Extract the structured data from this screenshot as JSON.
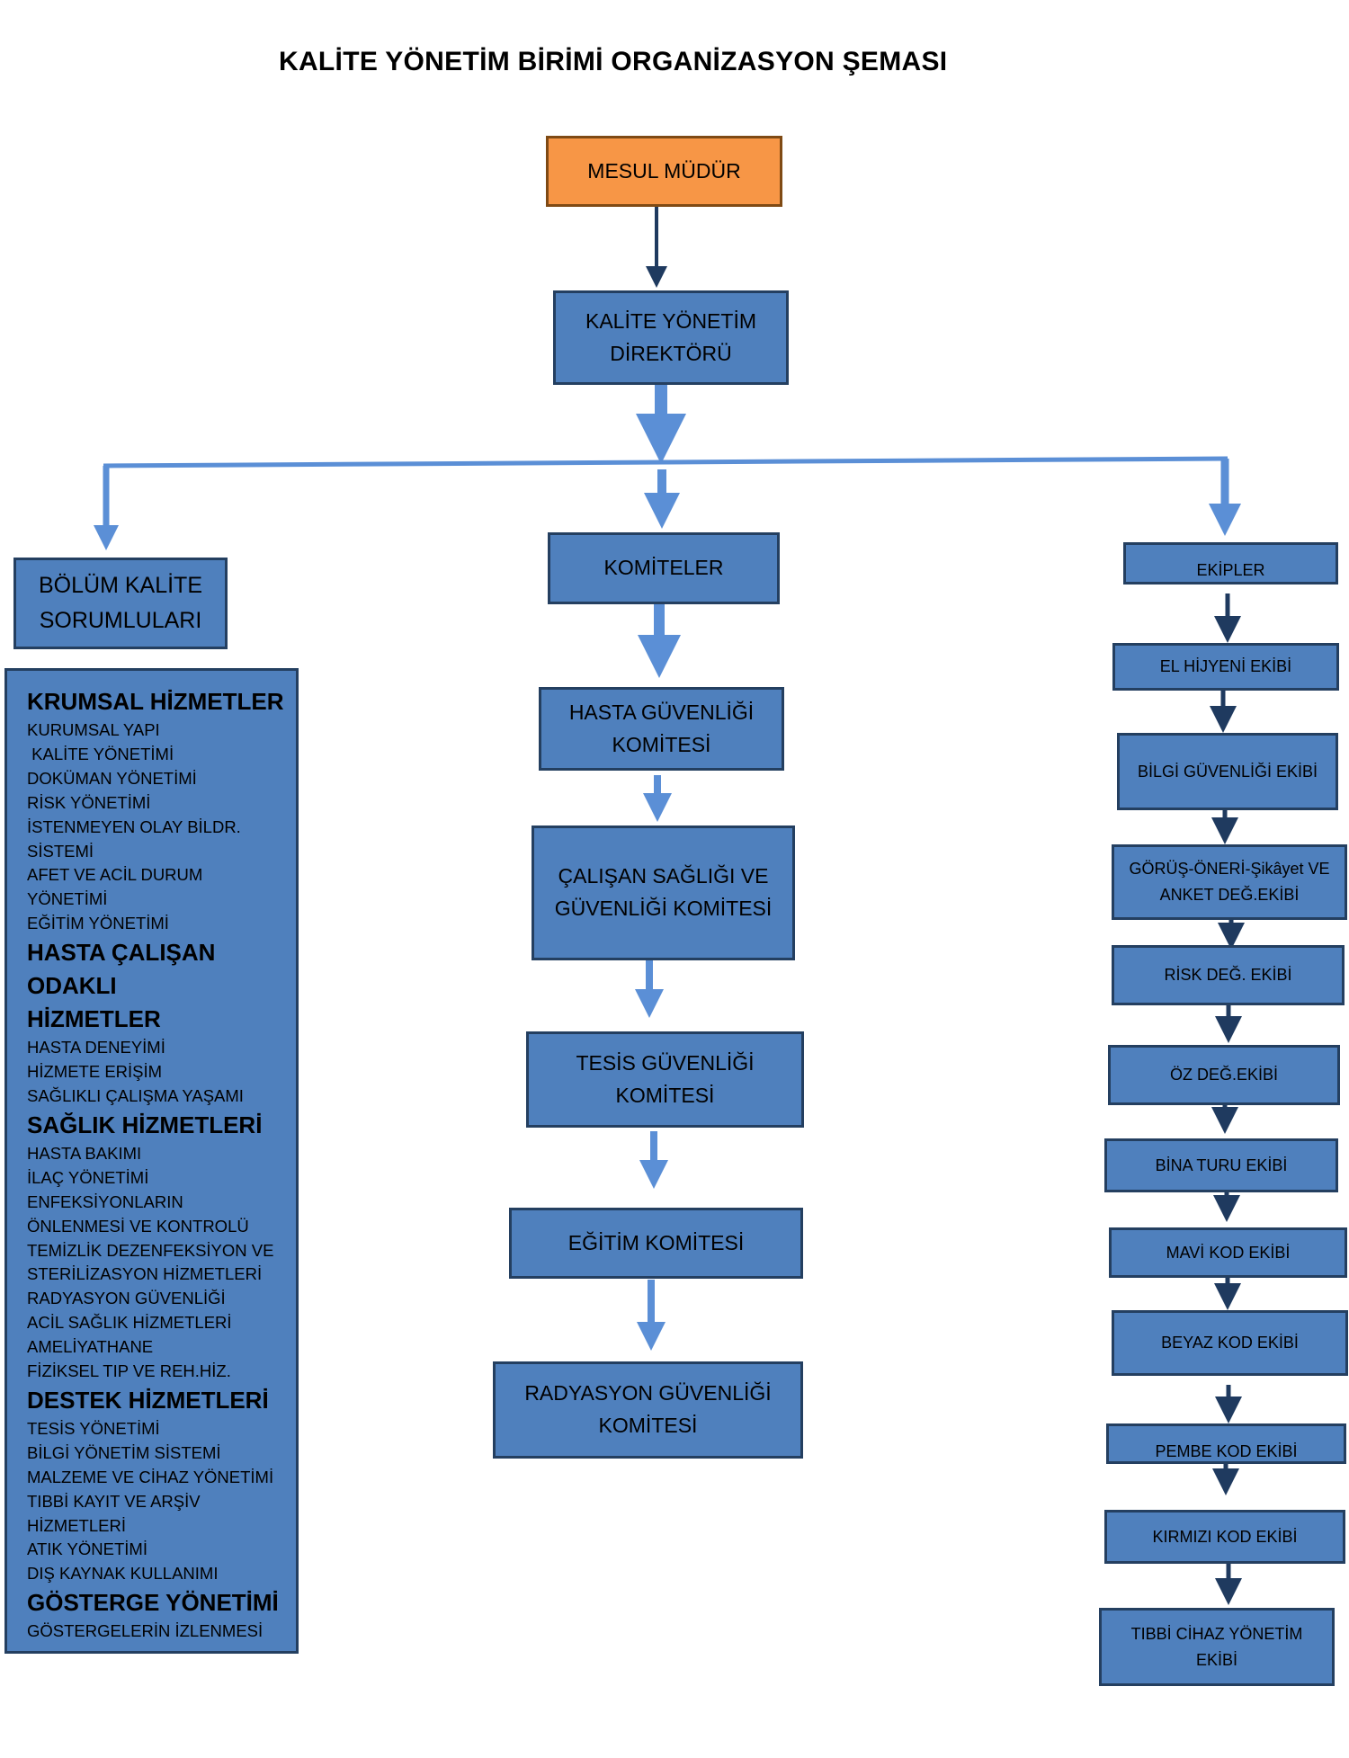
{
  "title": "KALİTE YÖNETİM BİRİMİ ORGANİZASYON ŞEMASI",
  "colors": {
    "box_fill": "#4f80bd",
    "box_border": "#243f60",
    "root_fill": "#f79646",
    "connector": "#5b8fd6",
    "dark_arrow": "#1f3a5f"
  },
  "root": "MESUL MÜDÜR",
  "director": "KALİTE YÖNETİM DİREKTÖRÜ",
  "branches": {
    "left": "BÖLÜM KALİTE SORUMLULARI",
    "center": "KOMİTELER",
    "right": "EKİPLER"
  },
  "left_panel": {
    "sections": [
      {
        "title": "KRUMSAL HİZMETLER",
        "items": [
          "KURUMSAL YAPI",
          " KALİTE YÖNETİMİ",
          "DOKÜMAN YÖNETİMİ",
          "RİSK YÖNETİMİ",
          "İSTENMEYEN OLAY BİLDR.",
          "SİSTEMİ",
          "AFET VE ACİL DURUM",
          "YÖNETİMİ",
          "EĞİTİM YÖNETİMİ"
        ]
      },
      {
        "title": "HASTA ÇALIŞAN ODAKLI HİZMETLER",
        "items": [
          "HASTA DENEYİMİ",
          "HİZMETE ERİŞİM",
          "SAĞLIKLI ÇALIŞMA YAŞAMI"
        ]
      },
      {
        "title": "SAĞLIK HİZMETLERİ",
        "items": [
          "HASTA BAKIMI",
          "İLAÇ YÖNETİMİ",
          "ENFEKSİYONLARIN",
          "ÖNLENMESİ VE KONTROLÜ",
          "TEMİZLİK DEZENFEKSİYON VE",
          "STERİLİZASYON HİZMETLERİ",
          "RADYASYON GÜVENLİĞİ",
          "ACİL SAĞLIK HİZMETLERİ",
          "AMELİYATHANE",
          "FİZİKSEL TIP VE REH.HİZ."
        ]
      },
      {
        "title": "DESTEK HİZMETLERİ",
        "items": [
          "TESİS YÖNETİMİ",
          "BİLGİ YÖNETİM SİSTEMİ",
          "MALZEME VE CİHAZ YÖNETİMİ",
          "TIBBİ KAYIT VE ARŞİV",
          "HİZMETLERİ",
          "ATIK YÖNETİMİ",
          "DIŞ KAYNAK KULLANIMI"
        ]
      },
      {
        "title": "GÖSTERGE YÖNETİMİ",
        "items": [
          "GÖSTERGELERİN İZLENMESİ"
        ]
      }
    ]
  },
  "committees": [
    "HASTA GÜVENLİĞİ KOMİTESİ",
    "ÇALIŞAN SAĞLIĞI VE GÜVENLİĞİ KOMİTESİ",
    "TESİS GÜVENLİĞİ KOMİTESİ",
    "EĞİTİM KOMİTESİ",
    "RADYASYON GÜVENLİĞİ KOMİTESİ"
  ],
  "teams": [
    "EL HİJYENİ EKİBİ",
    "BİLGİ GÜVENLİĞİ EKİBİ",
    "GÖRÜŞ-ÖNERİ-Şikâyet VE ANKET DEĞ.EKİBİ",
    "RİSK DEĞ. EKİBİ",
    "ÖZ DEĞ.EKİBİ",
    "BİNA TURU EKİBİ",
    "MAVİ KOD EKİBİ",
    "BEYAZ KOD EKİBİ",
    "PEMBE KOD EKİBİ",
    "KIRMIZI KOD EKİBİ",
    "TIBBİ CİHAZ YÖNETİM EKİBİ"
  ]
}
